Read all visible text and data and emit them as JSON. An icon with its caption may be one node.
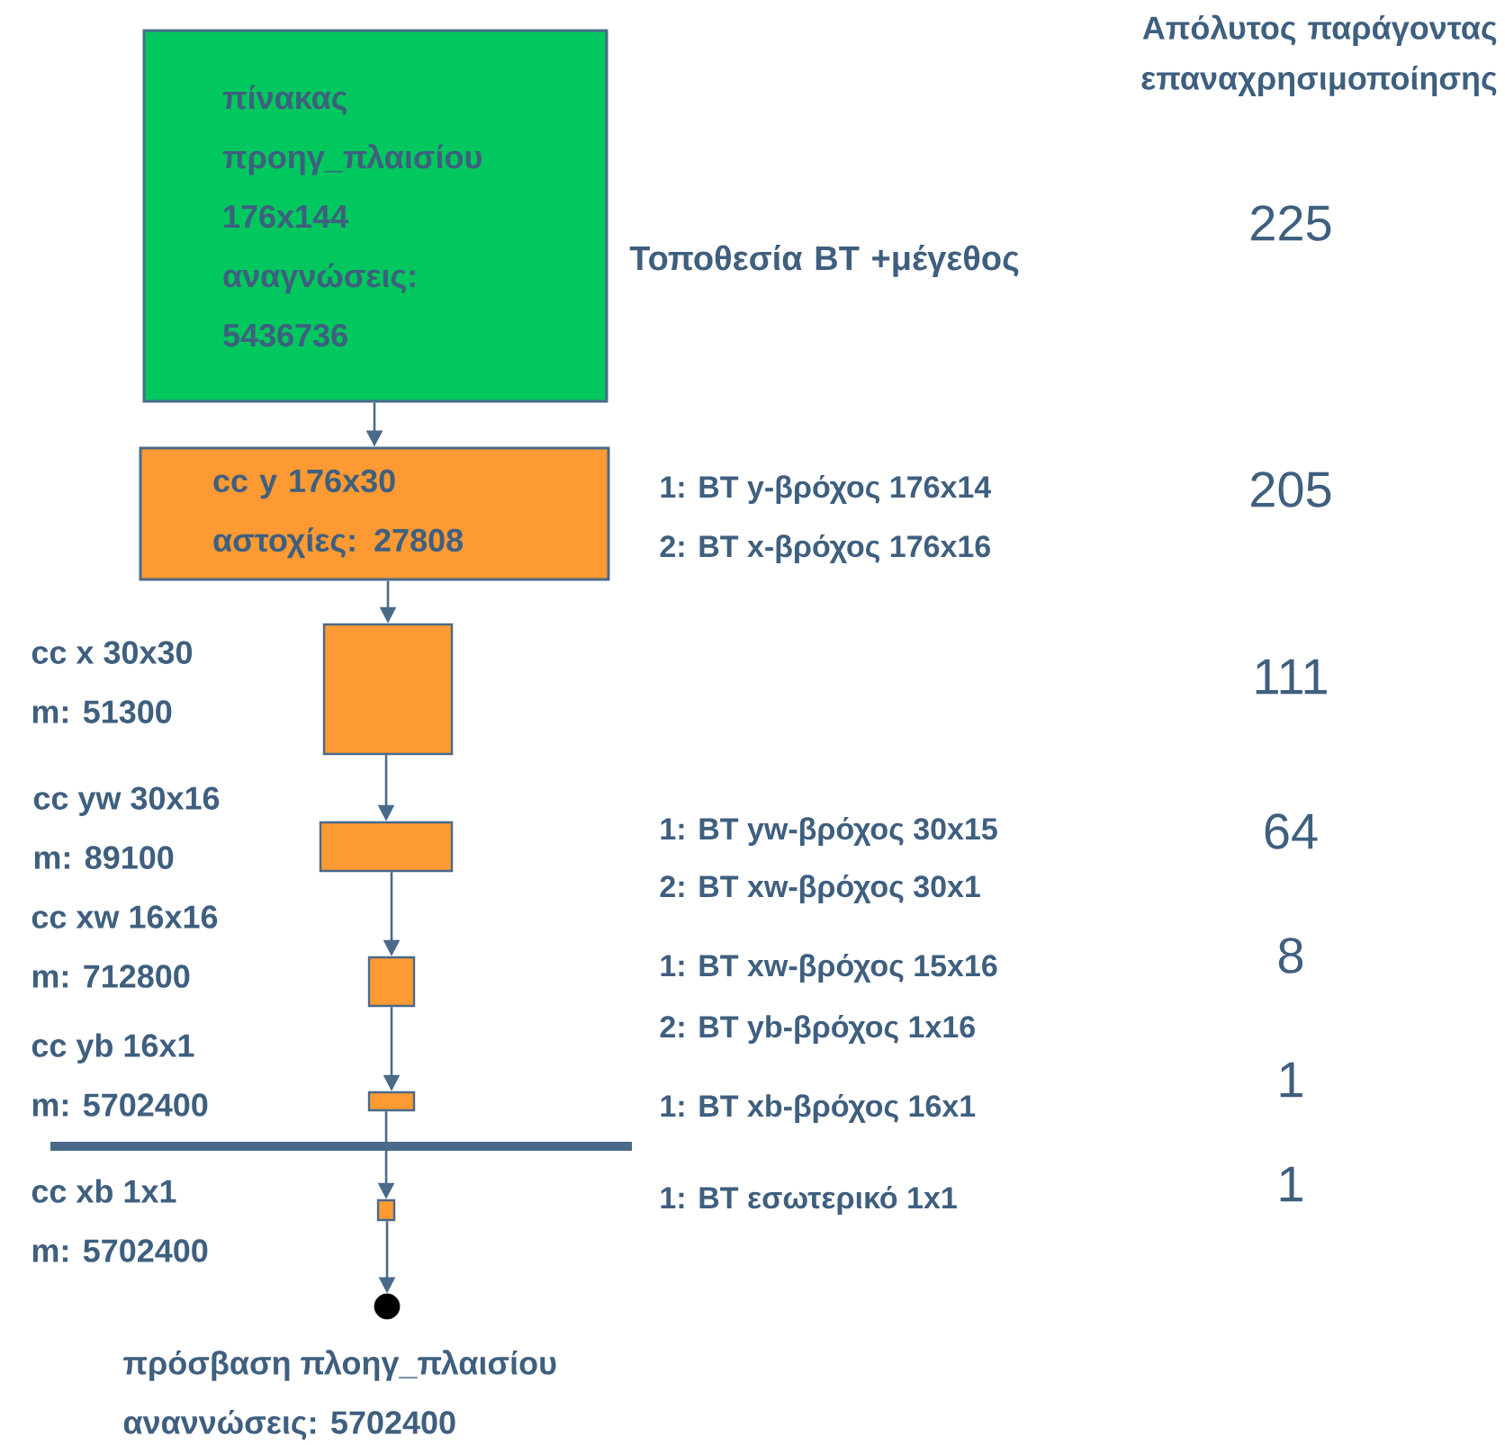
{
  "diagram": {
    "nodes": [
      {
        "text": [
          "πίνακας προηγ_πλαισίου 176x144 αναγνώσεις: 5436736"
        ]
      },
      {
        "text": [
          "cc y 176x30",
          "αστοχίες: 27808"
        ]
      },
      {
        "text": [],
        "shape": "box",
        "beside": [
          "cc x 30x30",
          "m: 51300"
        ]
      },
      {
        "text": [],
        "shape": "box",
        "beside": [
          "cc yw 30x16",
          "m: 89100"
        ]
      },
      {
        "text": [],
        "shape": "box",
        "beside": [
          "cc xw 16x16",
          "m: 712800"
        ]
      },
      {
        "text": [],
        "shape": "box",
        "beside": [
          "cc yb 16x1",
          "m: 5702400"
        ]
      },
      {
        "text": [],
        "shape": "box",
        "beside": [
          "cc xb 1x1",
          "m: 5702400"
        ]
      },
      {
        "text": [],
        "shape": "circle",
        "beside": [
          "πρόσβαση πλοηγ_πλαισίου",
          "αναννώσεις: 5702400"
        ]
      }
    ],
    "edges": [
      {
        "from": 0,
        "to": 1,
        "arrow": "to"
      },
      {
        "from": 1,
        "to": 2,
        "arrow": "to"
      },
      {
        "from": 2,
        "to": 3,
        "arrow": "to"
      },
      {
        "from": 3,
        "to": 4,
        "arrow": "to"
      },
      {
        "from": 4,
        "to": 5,
        "arrow": "to"
      },
      {
        "from": 5,
        "to": 6,
        "arrow": "to"
      },
      {
        "from": 6,
        "to": 7,
        "arrow": "to"
      }
    ],
    "labels": [
      "Απόλυτος παράγοντας επαναχρησιμοποίησης",
      "Τοποθεσία BT +μέγεθος",
      "225",
      "1: BT y-βρόχος 176x14",
      "205",
      "2: BT x-βρόχος 176x16",
      "111",
      "1: BT yw-βρόχος 30x15",
      "64",
      "2: BT xw-βρόχος 30x1",
      "8",
      "1: BT xw-βρόχος 15x16",
      "2: BT yb-βρόχος  1x16",
      "1",
      "1: BT xb-βρόχος 16x1",
      "1: BT εσωτερικό 1x1",
      "1"
    ]
  }
}
